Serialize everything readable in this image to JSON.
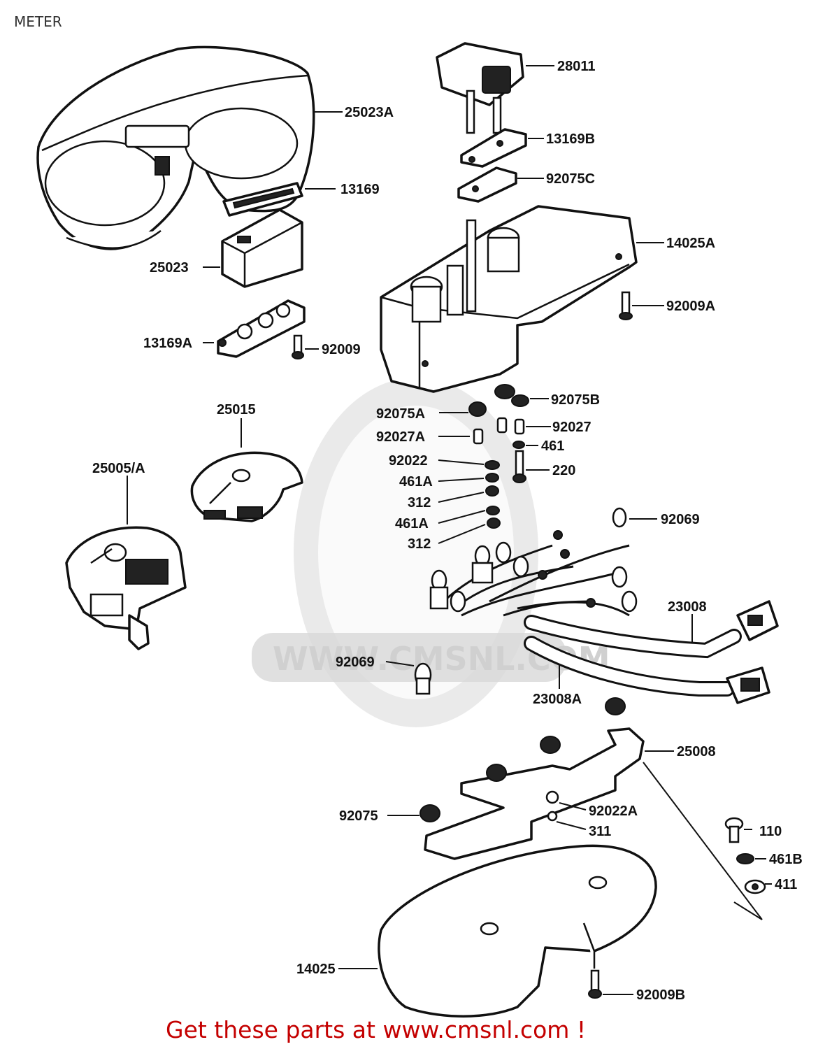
{
  "page": {
    "title": "METER",
    "footer": "Get these parts at www.cmsnl.com !",
    "watermark": "WWW.CMSNL.COM"
  },
  "colors": {
    "footer": "#c40000",
    "ink": "#111111",
    "watermark": "#d0d0d0"
  },
  "labels": {
    "p28011": "28011",
    "p25023A": "25023A",
    "p13169B": "13169B",
    "p92075C": "92075C",
    "p13169": "13169",
    "p14025A": "14025A",
    "p25023": "25023",
    "p92009A": "92009A",
    "p13169A": "13169A",
    "p92009": "92009",
    "p92075B": "92075B",
    "p25015": "25015",
    "p92075A": "92075A",
    "p92027": "92027",
    "p92027A": "92027A",
    "p461": "461",
    "p92022": "92022",
    "p220": "220",
    "p25005A": "25005/A",
    "p461A_1": "461A",
    "p312_1": "312",
    "p461A_2": "461A",
    "p312_2": "312",
    "p92069_1": "92069",
    "p23008": "23008",
    "p92069_2": "92069",
    "p23008A": "23008A",
    "p25008": "25008",
    "p92075": "92075",
    "p92022A": "92022A",
    "p311": "311",
    "p110": "110",
    "p461B": "461B",
    "p411": "411",
    "p14025": "14025",
    "p92009B": "92009B"
  }
}
